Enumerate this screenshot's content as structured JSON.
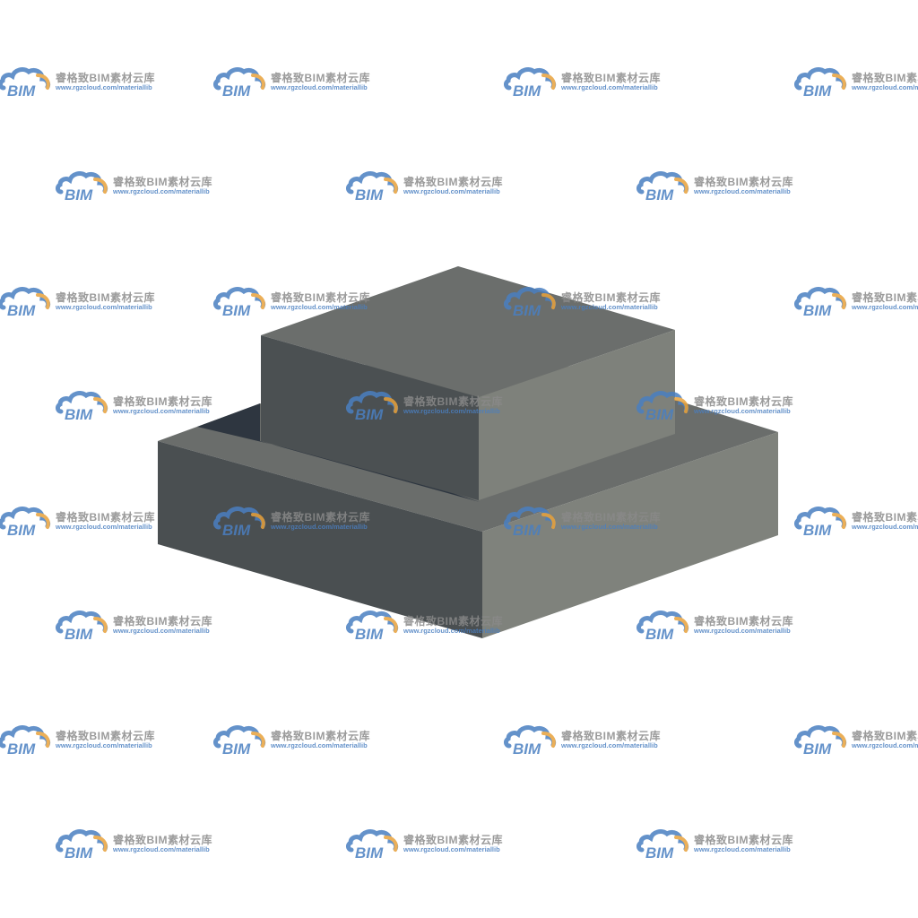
{
  "scene": {
    "background_color": "#ffffff",
    "object": "stepped-block",
    "face_colors": {
      "top_upper": "#6b6e6c",
      "left_upper": "#4b5052",
      "right_upper": "#7e817b",
      "ledge_top": "#6a6d6b",
      "ledge_shadow": "#2e3640",
      "left_lower": "#4a4f51",
      "right_lower": "#7f827c"
    }
  },
  "watermark": {
    "brand_text": "睿格致BIM素材云库",
    "url_text": "www.rgzcloud.com/materiallib",
    "logo_text": "BIM",
    "logo_blue": "#4a7fc1",
    "logo_orange": "#e8a23c",
    "text_gray": "#8a8a8a"
  }
}
